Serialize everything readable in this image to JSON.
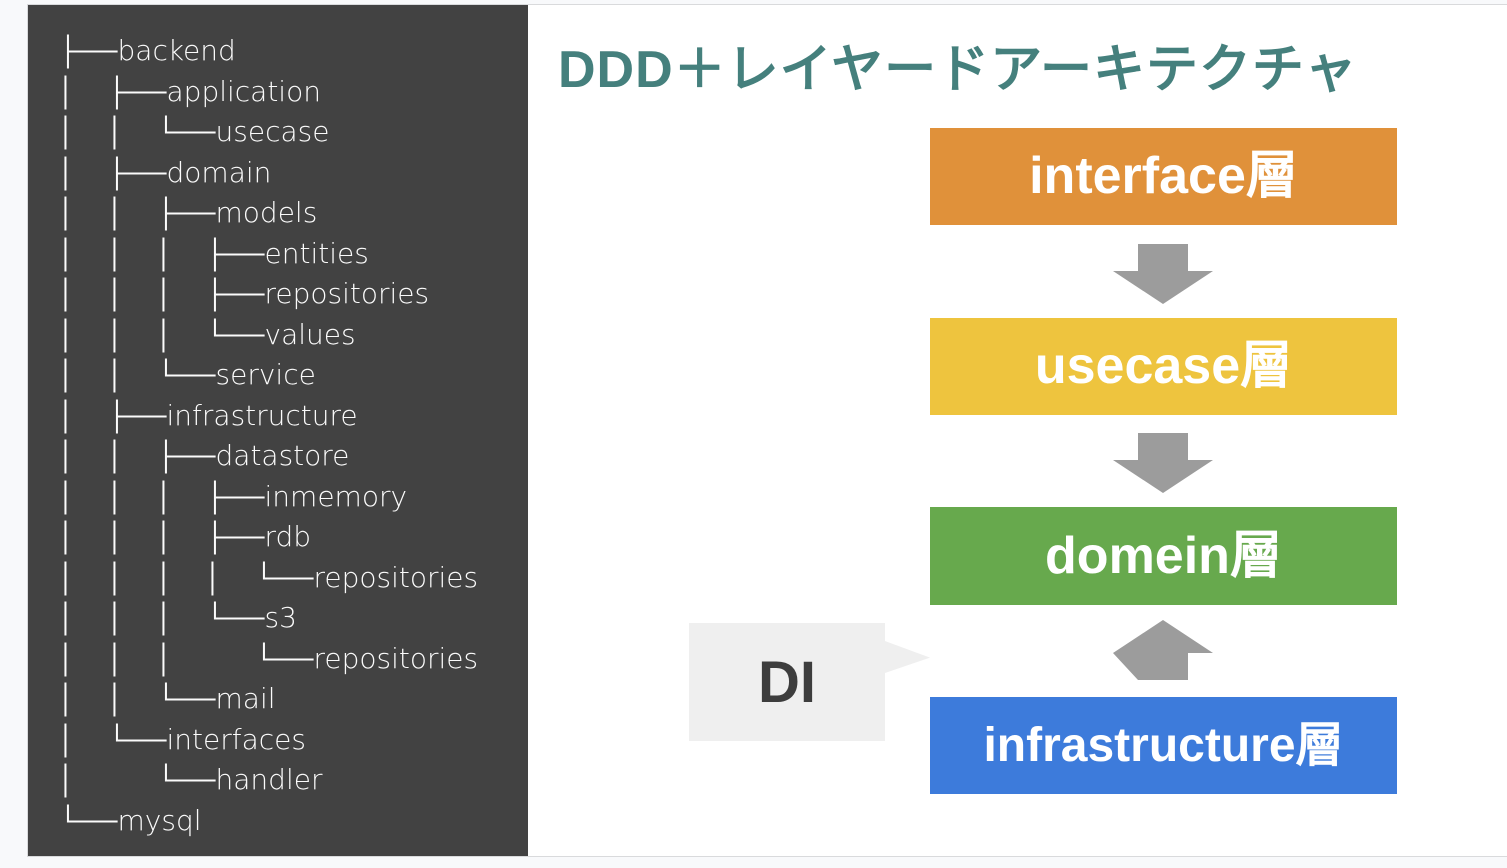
{
  "window": {
    "page_background": "#f8f9fb",
    "slide_background": "#ffffff",
    "slide_border": "#d9dadc"
  },
  "tree_panel": {
    "background": "#424242",
    "text_color": "#fbfbfb",
    "rows": [
      {
        "guides": [],
        "branch": "├──",
        "label": "backend"
      },
      {
        "guides": [
          "│"
        ],
        "branch": "├──",
        "label": "application"
      },
      {
        "guides": [
          "│",
          "│"
        ],
        "branch": "└──",
        "label": "usecase"
      },
      {
        "guides": [
          "│"
        ],
        "branch": "├──",
        "label": "domain"
      },
      {
        "guides": [
          "│",
          "│"
        ],
        "branch": "├──",
        "label": "models"
      },
      {
        "guides": [
          "│",
          "│",
          "│"
        ],
        "branch": "├──",
        "label": "entities"
      },
      {
        "guides": [
          "│",
          "│",
          "│"
        ],
        "branch": "├──",
        "label": "repositories"
      },
      {
        "guides": [
          "│",
          "│",
          "│"
        ],
        "branch": "└──",
        "label": "values"
      },
      {
        "guides": [
          "│",
          "│"
        ],
        "branch": "└──",
        "label": "service"
      },
      {
        "guides": [
          "│"
        ],
        "branch": "├──",
        "label": "infrastructure"
      },
      {
        "guides": [
          "│",
          "│"
        ],
        "branch": "├──",
        "label": "datastore"
      },
      {
        "guides": [
          "│",
          "│",
          "│"
        ],
        "branch": "├──",
        "label": "inmemory"
      },
      {
        "guides": [
          "│",
          "│",
          "│"
        ],
        "branch": "├──",
        "label": "rdb"
      },
      {
        "guides": [
          "│",
          "│",
          "│",
          "│"
        ],
        "branch": "└──",
        "label": "repositories"
      },
      {
        "guides": [
          "│",
          "│",
          "│"
        ],
        "branch": "└──",
        "label": "s3"
      },
      {
        "guides": [
          "│",
          "│",
          "│",
          ""
        ],
        "branch": "└──",
        "label": "repositories"
      },
      {
        "guides": [
          "│",
          "│"
        ],
        "branch": "└──",
        "label": "mail"
      },
      {
        "guides": [
          "│"
        ],
        "branch": "└──",
        "label": "interfaces"
      },
      {
        "guides": [
          "│",
          ""
        ],
        "branch": "└──",
        "label": "handler"
      },
      {
        "guides": [],
        "branch": "└──",
        "label": "mysql"
      }
    ]
  },
  "diagram": {
    "title": "DDD＋レイヤードアーキテクチャ",
    "title_color": "#45807d",
    "layers": [
      {
        "label": "interface層",
        "color": "#e0913a"
      },
      {
        "label": "usecase層",
        "color": "#eec43e"
      },
      {
        "label": "domein層",
        "color": "#67a94d"
      },
      {
        "label": "infrastructure層",
        "color": "#3d7bdb"
      }
    ],
    "arrow_color": "#9c9c9c",
    "arrows": [
      {
        "direction": "down"
      },
      {
        "direction": "down"
      },
      {
        "direction": "up"
      }
    ],
    "di_callout": {
      "label": "DI",
      "background": "#efefef",
      "text_color": "#3d3d3d"
    }
  }
}
